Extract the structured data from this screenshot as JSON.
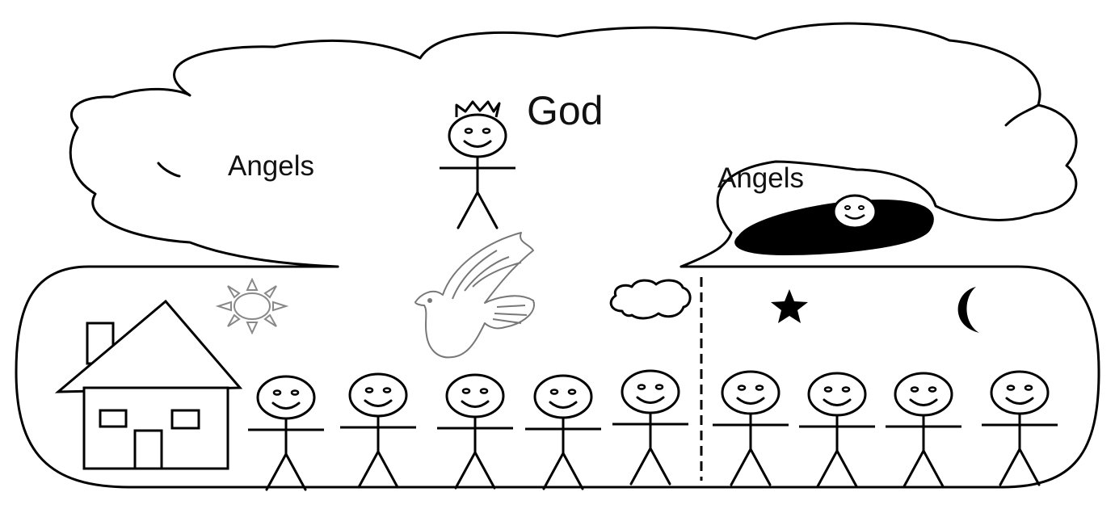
{
  "labels": {
    "god": "God",
    "angels_left": "Angels",
    "angels_right": "Angels"
  },
  "colors": {
    "ink": "#000000",
    "background": "#ffffff",
    "sun": "#888888",
    "dove": "#777777"
  },
  "icons": [
    "house-icon",
    "sun-icon",
    "dove-icon",
    "small-cloud-icon",
    "star-icon",
    "moon-icon",
    "crown-icon",
    "dark-pit-icon"
  ]
}
